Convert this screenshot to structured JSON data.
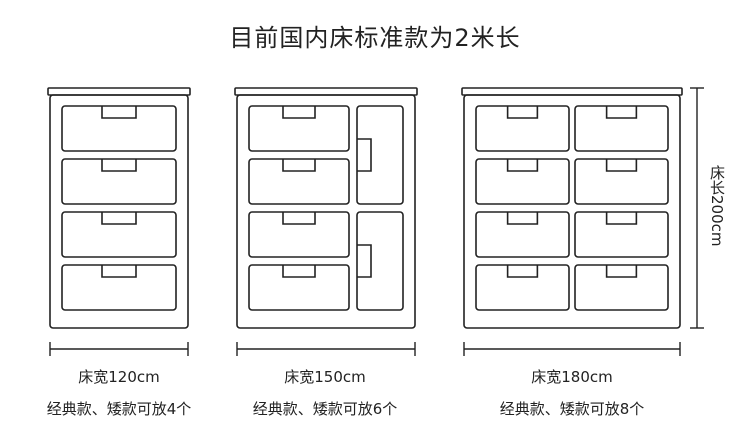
{
  "title": "目前国内床标准款为2米长",
  "length_label": "床长200cm",
  "colors": {
    "stroke": "#222222",
    "background": "#ffffff"
  },
  "beds": [
    {
      "width_label": "床宽120cm",
      "caption": "经典款、矮款可放4个",
      "drawer_columns": 1,
      "drawer_rows": 4,
      "side_cabinets": false
    },
    {
      "width_label": "床宽150cm",
      "caption": "经典款、矮款可放6个",
      "drawer_columns": 1,
      "drawer_rows": 4,
      "side_cabinets": true
    },
    {
      "width_label": "床宽180cm",
      "caption": "经典款、矮款可放8个",
      "drawer_columns": 2,
      "drawer_rows": 4,
      "side_cabinets": false
    }
  ]
}
